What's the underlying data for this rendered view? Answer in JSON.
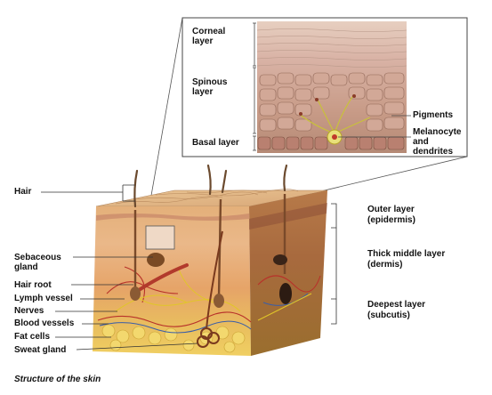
{
  "caption": "Structure of the skin",
  "inset": {
    "labels": {
      "corneal": [
        "Corneal",
        "layer"
      ],
      "spinous": [
        "Spinous",
        "layer"
      ],
      "basal": "Basal layer",
      "pigments": "Pigments",
      "melanocyte": [
        "Melanocyte",
        "and",
        "dendrites"
      ]
    }
  },
  "left_labels": {
    "hair": "Hair",
    "sebaceous": [
      "Sebaceous",
      "gland"
    ],
    "hair_root": "Hair root",
    "lymph": "Lymph vessel",
    "nerves": "Nerves",
    "blood": "Blood vessels",
    "fat": "Fat cells",
    "sweat": "Sweat gland"
  },
  "right_labels": {
    "outer": [
      "Outer layer",
      "(epidermis)"
    ],
    "middle": [
      "Thick middle layer",
      "(dermis)"
    ],
    "deep": [
      "Deepest layer",
      "(subcutis)"
    ]
  },
  "colors": {
    "epidermis": "#e8b97a",
    "dermis": "#e7a767",
    "subcutis": "#e9c65a",
    "inset_bg": "#d9b6a6",
    "blood": "#c0392b",
    "nerve": "#e9d23a"
  }
}
